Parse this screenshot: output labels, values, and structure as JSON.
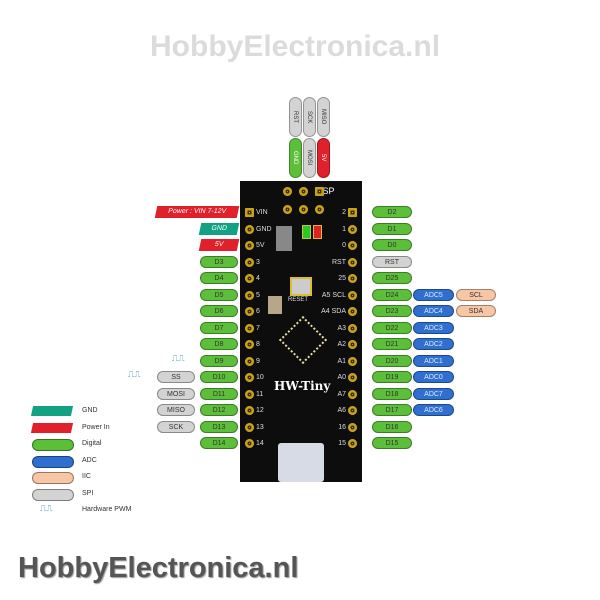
{
  "isp": {
    "label": "ISP",
    "top": [
      {
        "t": "RST",
        "c": "s"
      },
      {
        "t": "SCK",
        "c": "s"
      },
      {
        "t": "MISO",
        "c": "s"
      }
    ],
    "bottom": [
      {
        "t": "GND",
        "c": "g"
      },
      {
        "t": "MOSI",
        "c": "s"
      },
      {
        "t": "5V",
        "c": "red"
      }
    ]
  },
  "board": {
    "name": "HW-Tiny",
    "reset": "RESET",
    "left_labels": [
      "VIN",
      "GND",
      "5V",
      "3",
      "4",
      "5",
      "6",
      "7",
      "8",
      "9",
      "10",
      "11",
      "12",
      "13",
      "14"
    ],
    "right_labels": [
      "2",
      "1",
      "0",
      "RST",
      "25",
      "A5 SCL",
      "A4 SDA",
      "A3",
      "A2",
      "A1",
      "A0",
      "A7",
      "A6",
      "16",
      "15"
    ]
  },
  "left_pins": [
    {
      "main": "Power : VIN 7-12V",
      "type": "power"
    },
    {
      "main": "GND",
      "type": "gnd"
    },
    {
      "main": "5V",
      "type": "power"
    },
    {
      "main": "D3"
    },
    {
      "main": "D4"
    },
    {
      "main": "D5"
    },
    {
      "main": "D6"
    },
    {
      "main": "D7"
    },
    {
      "main": "D8"
    },
    {
      "main": "D9",
      "pwm": true
    },
    {
      "main": "D10",
      "spi": "SS",
      "pwm": true
    },
    {
      "main": "D11",
      "spi": "MOSI"
    },
    {
      "main": "D12",
      "spi": "MISO"
    },
    {
      "main": "D13",
      "spi": "SCK"
    },
    {
      "main": "D14"
    }
  ],
  "right_pins": [
    {
      "main": "D2"
    },
    {
      "main": "D1"
    },
    {
      "main": "D0"
    },
    {
      "main": "RST",
      "type": "spi"
    },
    {
      "main": "D25"
    },
    {
      "main": "D24",
      "adc": "ADC5",
      "iic": "SCL"
    },
    {
      "main": "D23",
      "adc": "ADC4",
      "iic": "SDA"
    },
    {
      "main": "D22",
      "adc": "ADC3"
    },
    {
      "main": "D21",
      "adc": "ADC2"
    },
    {
      "main": "D20",
      "adc": "ADC1"
    },
    {
      "main": "D19",
      "adc": "ADC0"
    },
    {
      "main": "D18",
      "adc": "ADC7"
    },
    {
      "main": "D17",
      "adc": "ADC6"
    },
    {
      "main": "D16"
    },
    {
      "main": "D15"
    }
  ],
  "legend": [
    {
      "label": "GND",
      "c": "teal"
    },
    {
      "label": "Power In",
      "c": "red"
    },
    {
      "label": "Digital",
      "c": "g"
    },
    {
      "label": "ADC",
      "c": "b"
    },
    {
      "label": "IIC",
      "c": "p"
    },
    {
      "label": "SPI",
      "c": "s"
    },
    {
      "label": "Hardware PWM",
      "c": "pwm"
    }
  ],
  "pwm_symbol": "⎍⎍",
  "watermark": "HobbyElectronica.nl"
}
